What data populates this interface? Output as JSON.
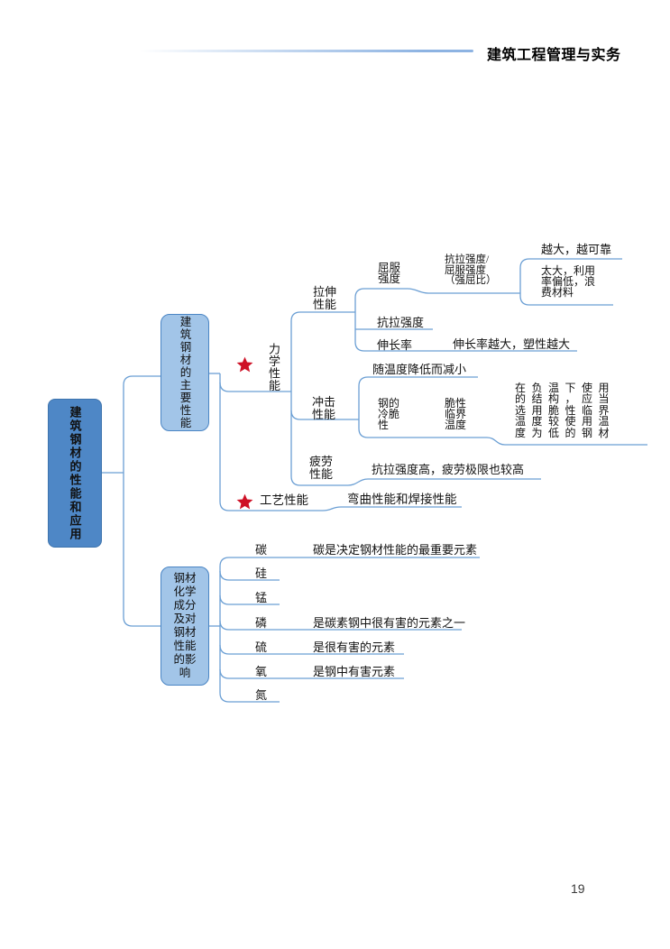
{
  "header": {
    "title": "建筑工程管理与实务"
  },
  "footer": {
    "page_number": "19"
  },
  "colors": {
    "accent_blue": "#4e87c6",
    "branch_fill": "#a2c5e8",
    "branch_border": "#4a85c4",
    "connector": "#6b9fd4",
    "star_red": "#ce1126",
    "header_rule": "#8db3e2",
    "text": "#111111"
  },
  "icons": {
    "importance_marker": "star-icon"
  },
  "mindmap": {
    "root": {
      "label": "建筑钢材的性能和应用"
    },
    "branch1": {
      "label": "建筑钢材的主要性能",
      "mechanical": {
        "label": "力学性能",
        "tensile": {
          "label": "拉伸\n性能",
          "yield": {
            "label": "屈服\n强度",
            "ratio": {
              "label": "抗拉强度/\n屈服强度\n（强屈比）",
              "high": "越大，越可靠",
              "too_high": "太大，利用\n率偏低，浪\n费材料"
            }
          },
          "ultimate": {
            "label": "抗拉强度"
          },
          "elongation": {
            "label": "伸长率",
            "note": "伸长率越大，塑性越大"
          }
        },
        "impact": {
          "label": "冲击\n性能",
          "temp_note": "随温度降低而减小",
          "cold_brittle": {
            "label": "钢的\n冷脆\n性",
            "critical_temp": "脆性\n临界\n温度",
            "note": "在负温下使用\n的结构，应当\n选用脆性临界\n温度较使用温\n度为低的钢材"
          }
        },
        "fatigue": {
          "label": "疲劳\n性能",
          "note": "抗拉强度高，疲劳极限也较高"
        }
      },
      "technological": {
        "label": "工艺性能",
        "note": "弯曲性能和焊接性能"
      }
    },
    "branch2": {
      "label": "钢材\n化学\n成分\n及对\n钢材\n性能\n的影\n响",
      "elements": [
        {
          "symbol": "碳",
          "note": "碳是决定钢材性能的最重要元素"
        },
        {
          "symbol": "硅",
          "note": ""
        },
        {
          "symbol": "锰",
          "note": ""
        },
        {
          "symbol": "磷",
          "note": "是碳素钢中很有害的元素之一"
        },
        {
          "symbol": "硫",
          "note": "是很有害的元素"
        },
        {
          "symbol": "氧",
          "note": "是钢中有害元素"
        },
        {
          "symbol": "氮",
          "note": ""
        }
      ]
    }
  }
}
